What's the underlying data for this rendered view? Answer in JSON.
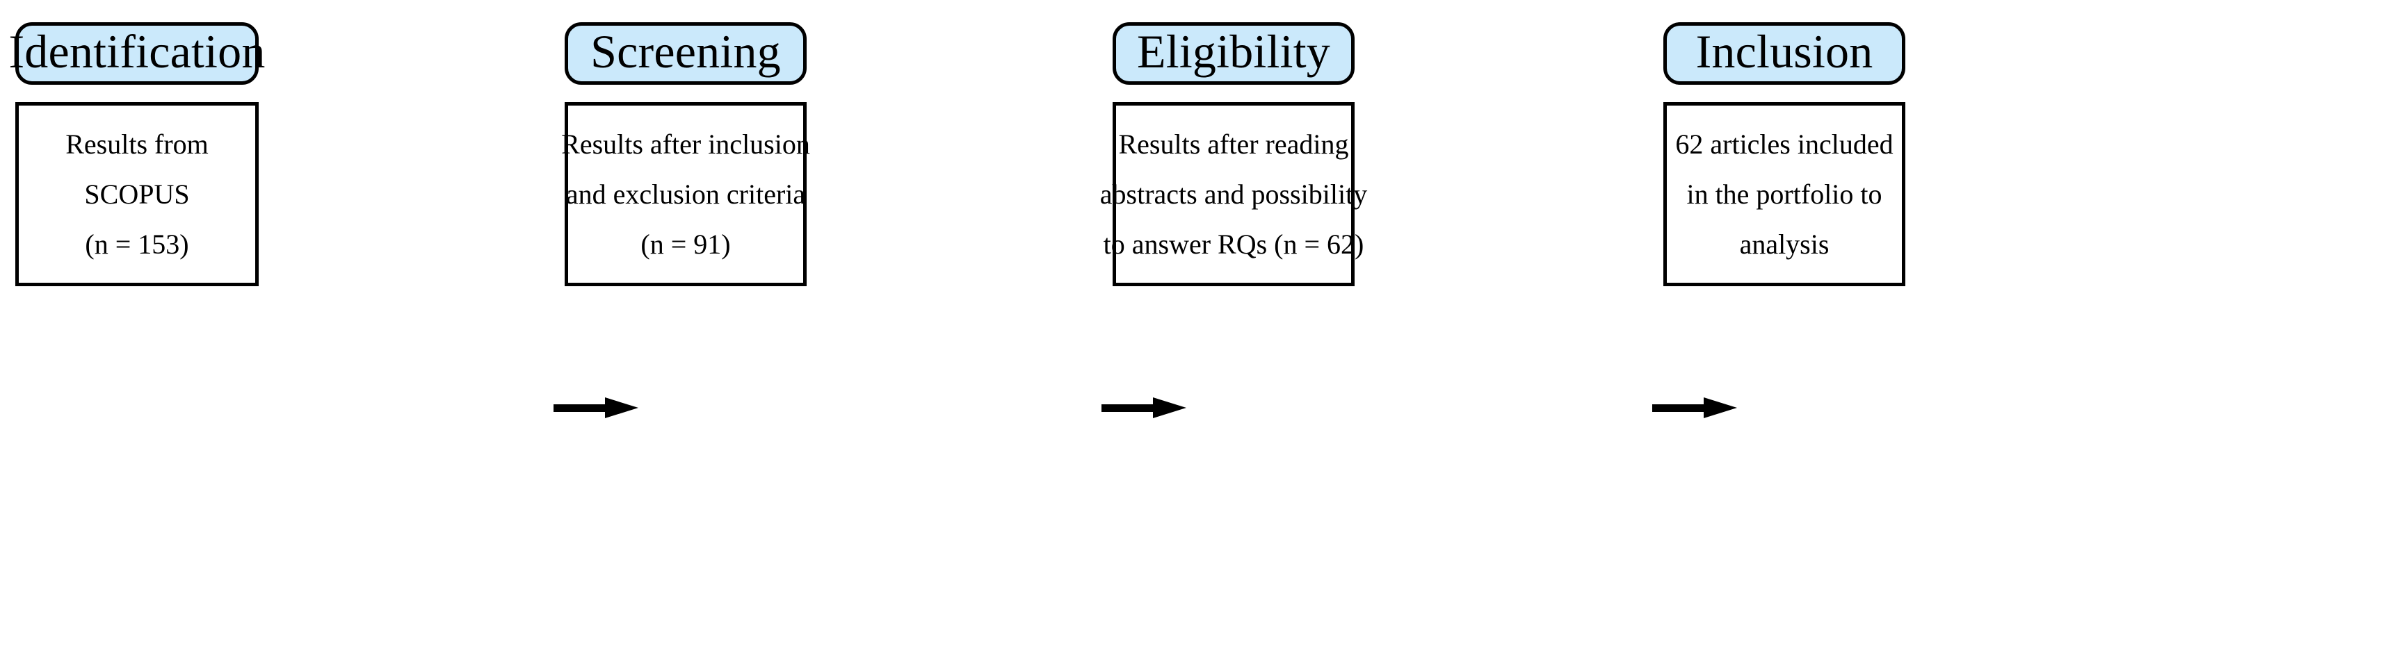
{
  "diagram": {
    "type": "prisma-flow-diagram",
    "orientation": "horizontal",
    "colors": {
      "header_fill": "#cbe9fb",
      "stroke": "#000000",
      "body_fill": "#ffffff",
      "text": "#000000"
    },
    "stages": [
      {
        "header": "Identification",
        "lines": [
          "Results from",
          "SCOPUS",
          "(n = 153)"
        ],
        "count": 153
      },
      {
        "header": "Screening",
        "lines": [
          "Results after inclusion",
          "and exclusion criteria",
          "(n = 91)"
        ],
        "count": 91
      },
      {
        "header": "Eligibility",
        "lines": [
          "Results after reading",
          "abstracts and possibility",
          "to answer RQs (n = 62)"
        ],
        "count": 62
      },
      {
        "header": "Inclusion",
        "lines": [
          "62 articles included",
          "in the portfolio to",
          "analysis"
        ],
        "count": 62
      }
    ],
    "connectors": [
      {
        "from": "Identification",
        "to": "Screening",
        "style": "solid-arrow-right"
      },
      {
        "from": "Screening",
        "to": "Eligibility",
        "style": "solid-arrow-right"
      },
      {
        "from": "Eligibility",
        "to": "Inclusion",
        "style": "solid-arrow-right"
      }
    ]
  }
}
